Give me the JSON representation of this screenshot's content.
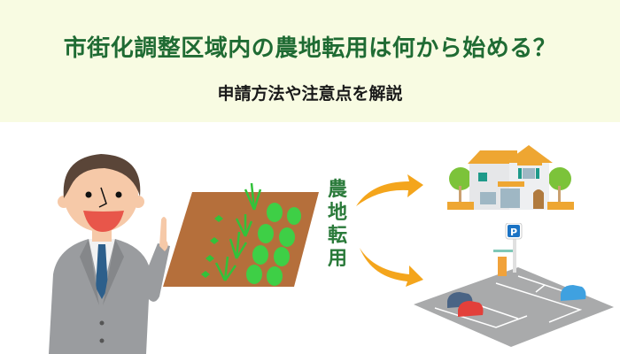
{
  "header": {
    "title": "市街化調整区域内の農地転用は何から始める？",
    "subtitle": "申請方法や注意点を解説",
    "background": "#f8fbe2",
    "title_color": "#1f6b33"
  },
  "illustration": {
    "vertical_label_chars": [
      "農",
      "地",
      "転",
      "用"
    ],
    "label_color": "#2a7a3a",
    "arrow_color": "#f4a51c",
    "icons": [
      "businessman-pointing",
      "farmland",
      "curved-arrow-up",
      "curved-arrow-down",
      "house",
      "parking-lot"
    ],
    "parking_sign": "P"
  }
}
